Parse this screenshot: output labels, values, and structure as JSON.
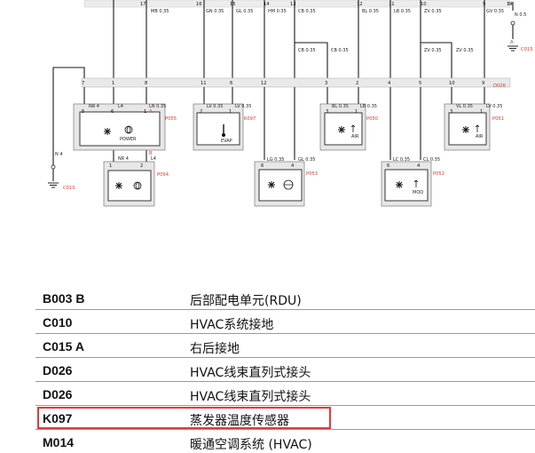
{
  "diagram": {
    "connector_pins_top": [
      "17",
      "16",
      "15",
      "14",
      "13",
      "12",
      "11",
      "10",
      "9",
      "14"
    ],
    "top_wire_labels": [
      "MB 0.35",
      "GN 0.35",
      "GL 0.35",
      "HM 0.35",
      "CB 0.35",
      "BL 0.35",
      "LB 0.35",
      "ZV 0.35",
      "GV 0.35"
    ],
    "mid_wire_labels": [
      "CB 0.35",
      "CB 0.35",
      "ZV 0.35",
      "ZV 0.35"
    ],
    "right_ground": {
      "pin": "5",
      "wire": "N 0.5",
      "tag": "A",
      "code": "C015"
    },
    "bus": {
      "code": "D026",
      "pins": [
        "7",
        "1",
        "8",
        "11",
        "6",
        "12",
        "3",
        "2",
        "4",
        "5",
        "10",
        "9"
      ]
    },
    "left_ground": {
      "wire": "N 4",
      "code": "C010"
    },
    "components": [
      {
        "code": "P055",
        "tag": "A",
        "pins": [
          "5",
          "6",
          "1"
        ],
        "wires": [
          "NR 4",
          "L4",
          "LN 0.35"
        ],
        "icon_text": "POWER"
      },
      {
        "code": "K097",
        "pins": [
          "2",
          "1"
        ],
        "wires": [
          "LV 0.35",
          "LV 0.35"
        ],
        "icon_text": "EVAP"
      },
      {
        "code": "P050",
        "pins": [
          "3",
          "1"
        ],
        "wires": [
          "BL 0.35",
          "LB 0.35"
        ],
        "icon_text": "AIR"
      },
      {
        "code": "P051",
        "pins": [
          "3",
          "1"
        ],
        "wires": [
          "VL 0.35",
          "LV 0.35"
        ],
        "icon_text": "AIR"
      },
      {
        "code": "P054",
        "tag": "B",
        "pins": [
          "1",
          "2"
        ],
        "wires": [
          "NR 4",
          "L4"
        ],
        "icon_text": ""
      },
      {
        "code": "P053",
        "pins": [
          "6",
          "4"
        ],
        "wires": [
          "LG 0.35",
          "GL 0.35"
        ],
        "icon_text": ""
      },
      {
        "code": "P052",
        "pins": [
          "6",
          "4"
        ],
        "wires": [
          "LC 0.35",
          "CL 0.35"
        ],
        "icon_text": "MOD"
      }
    ]
  },
  "legend": [
    {
      "code": "B003 B",
      "desc": "后部配电单元(RDU)"
    },
    {
      "code": "C010",
      "desc": "HVAC系统接地"
    },
    {
      "code": "C015 A",
      "desc": "右后接地"
    },
    {
      "code": "D026",
      "desc": "HVAC线束直列式接头"
    },
    {
      "code": "D026",
      "desc": "HVAC线束直列式接头"
    },
    {
      "code": "K097",
      "desc": "蒸发器温度传感器"
    },
    {
      "code": "M014",
      "desc": "暖通空调系统 (HVAC)"
    }
  ],
  "highlight_color": "#e03a3a"
}
